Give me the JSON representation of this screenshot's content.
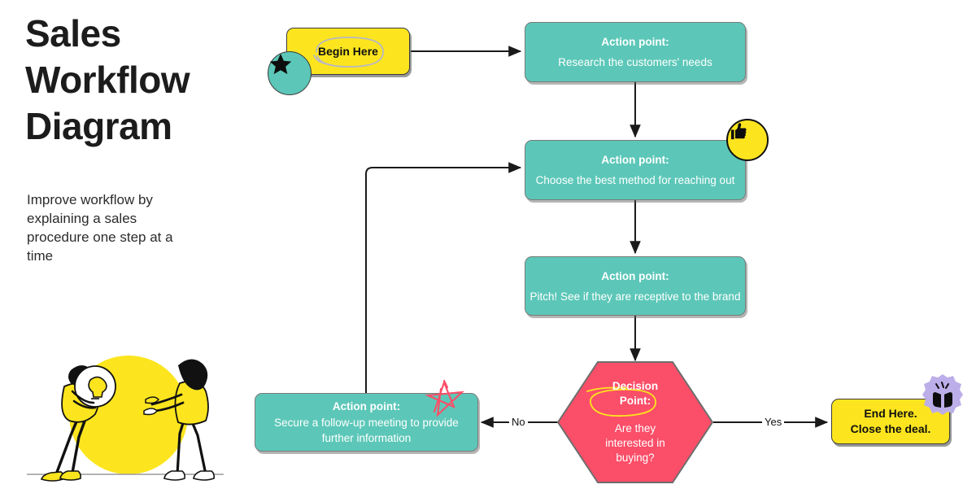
{
  "header": {
    "title": "Sales Workflow Diagram",
    "subtitle": "Improve workflow by explaining a sales procedure one step at a time"
  },
  "colors": {
    "action_fill": "#5CC7B8",
    "terminator_fill": "#FCE51E",
    "decision_fill": "#FB4E68",
    "badge_purple": "#BCAEE8",
    "line": "#1A1A1A",
    "text_dark": "#1C1C1C",
    "text_light": "#FFFFFF"
  },
  "diagram": {
    "type": "flowchart",
    "start": {
      "label": "Begin Here",
      "shape": "rounded-rectangle",
      "fill": "#FCE51E",
      "annotation": "hand-drawn-ellipse"
    },
    "end": {
      "line1": "End Here.",
      "line2": "Close the deal.",
      "shape": "rounded-rectangle",
      "fill": "#FCE51E"
    },
    "steps": [
      {
        "id": "step-research",
        "header": "Action point:",
        "body": "Research the customers' needs",
        "shape": "rounded-rectangle",
        "fill": "#5CC7B8"
      },
      {
        "id": "step-method",
        "header": "Action point:",
        "body": "Choose the best method for reaching out",
        "shape": "rounded-rectangle",
        "fill": "#5CC7B8"
      },
      {
        "id": "step-pitch",
        "header": "Action point:",
        "body": "Pitch! See if they are receptive to the brand",
        "shape": "rounded-rectangle",
        "fill": "#5CC7B8"
      },
      {
        "id": "step-followup",
        "header": "Action point:",
        "body": "Secure a follow-up meeting to provide further information",
        "shape": "rounded-rectangle",
        "fill": "#5CC7B8"
      }
    ],
    "decision": {
      "id": "decision-interested",
      "header": "Decision Point:",
      "body": "Are they interested in buying?",
      "shape": "hexagon",
      "fill": "#FB4E68",
      "annotation": "hand-drawn-ellipse",
      "branches": [
        {
          "label": "No",
          "target": "step-followup",
          "direction": "left"
        },
        {
          "label": "Yes",
          "target": "end",
          "direction": "right"
        }
      ]
    },
    "connectors": [
      {
        "from": "start",
        "to": "step-research"
      },
      {
        "from": "step-research",
        "to": "step-method"
      },
      {
        "from": "step-method",
        "to": "step-pitch"
      },
      {
        "from": "step-pitch",
        "to": "decision-interested"
      },
      {
        "from": "step-followup",
        "to": "step-method",
        "style": "feedback-loop"
      }
    ],
    "stickers": [
      {
        "name": "star-badge",
        "icon": "star-icon",
        "fill": "#5CC7B8",
        "at": "start"
      },
      {
        "name": "thumbs-up-badge",
        "icon": "thumbs-up-icon",
        "fill": "#FCE51E",
        "at": "step-method"
      },
      {
        "name": "doodle-star",
        "icon": "star-doodle-icon",
        "fill": "#FB4E68",
        "at": "step-followup"
      },
      {
        "name": "applause-badge",
        "icon": "clapping-hands-icon",
        "fill": "#BCAEE8",
        "at": "end"
      }
    ],
    "illustration": {
      "name": "people-pushing-idea-illustration",
      "description": "Two people pushing a large yellow circle with a lightbulb"
    }
  }
}
